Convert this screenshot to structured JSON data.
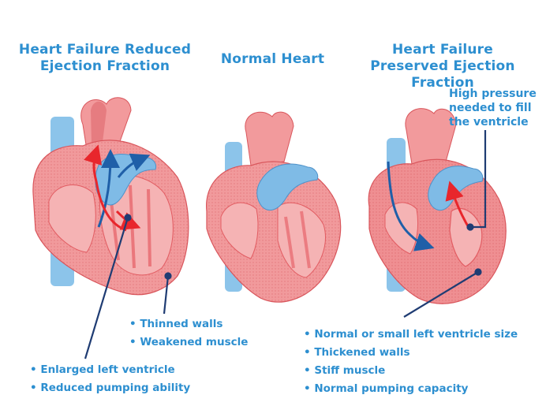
{
  "titles": {
    "left": "Heart Failure Reduced Ejection Fraction",
    "middle": "Normal Heart",
    "right": "Heart Failure Preserved Ejection Fraction"
  },
  "callouts": {
    "high_pressure": "High pressure needed to fill the ventricle"
  },
  "bullets_left_walls": [
    "Thinned walls",
    "Weakened muscle"
  ],
  "bullets_left_ventricle": [
    "Enlarged left ventricle",
    "Reduced pumping ability"
  ],
  "bullets_right": [
    "Normal or small left ventricle size",
    "Thickened walls",
    "Stiff muscle",
    "Normal pumping capacity"
  ],
  "colors": {
    "accent_blue": "#2d8fd0",
    "callout_line": "#1f3c73",
    "heart_pink": "#f19a9c",
    "heart_red": "#e2474f",
    "vessel_blue": "#7fbbe6",
    "arrow_red": "#e8262c"
  }
}
